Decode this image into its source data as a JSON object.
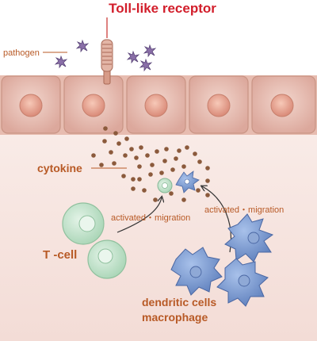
{
  "title": "Toll-like receptor",
  "labels": {
    "pathogen": "pathogen",
    "cytokine": "cytokine",
    "activation_right": "activated・migration",
    "activation_left": "activated・migration",
    "tcell": "T -cell",
    "dc_line1": "dendritic cells",
    "dc_line2": "macrophage"
  },
  "colors": {
    "title": "#d21e2b",
    "label": "#b85a26",
    "epithelium": "#e8c1b6",
    "cytokine_dot": "#8b5a3c",
    "tcell": "#bfe0c8",
    "dendritic": "#6f8fc7",
    "pathogen": "#8a6fa8"
  }
}
